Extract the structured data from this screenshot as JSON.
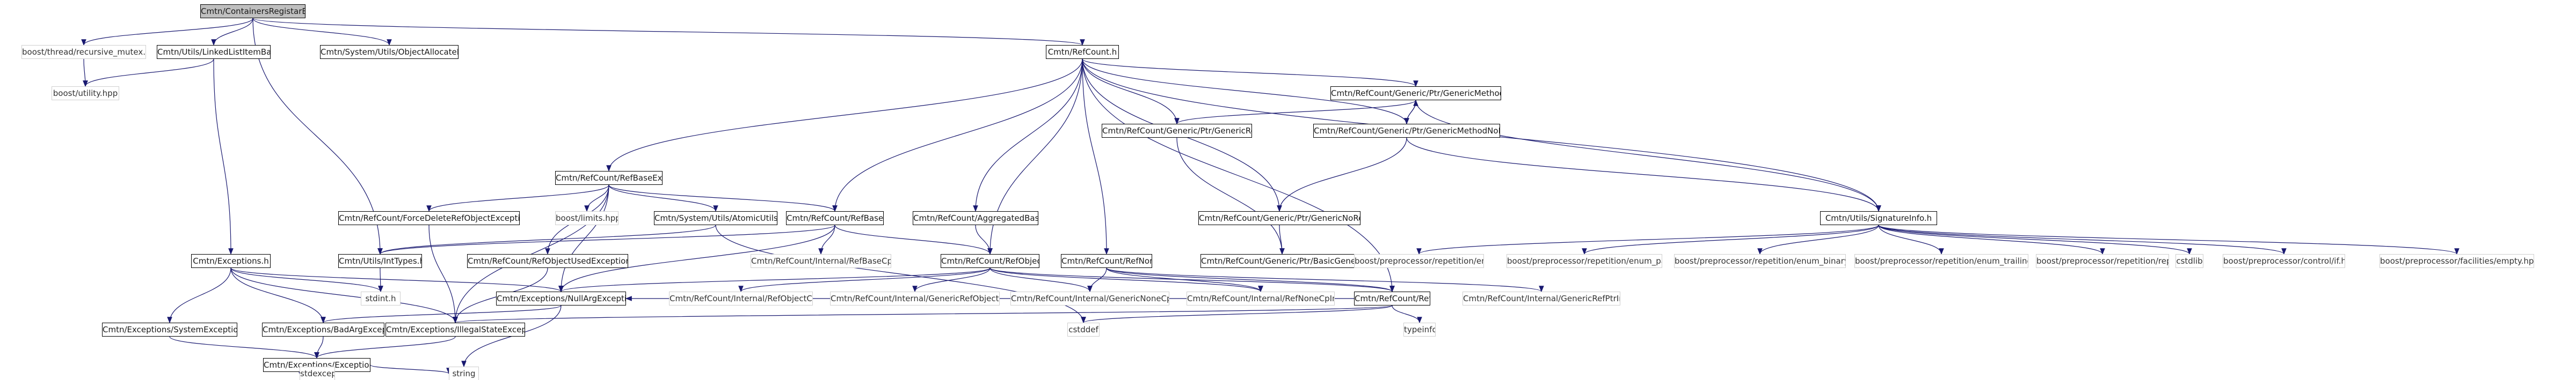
{
  "colors": {
    "edge": "#191970",
    "node_border": "#000000",
    "external_border": "#cfcfcf",
    "root_fill": "#bfbfbf"
  },
  "nodes": {
    "n0": "Cmtn/ContainersRegistarEx.h",
    "n1": "boost/thread/recursive_mutex.hpp",
    "n2": "Cmtn/Utils/LinkedListItemBase.h",
    "n3": "Cmtn/System/Utils/ObjectAllocateBuffer.h",
    "n4": "Cmtn/RefCount.h",
    "n5": "boost/utility.hpp",
    "n6": "Cmtn/RefCount/Generic/Ptr/GenericMethodRefPtr.h",
    "n7": "Cmtn/RefCount/Generic/Ptr/GenericRefPtr.h",
    "n8": "Cmtn/RefCount/Generic/Ptr/GenericMethodNoRefPtr.h",
    "n9": "Cmtn/RefCount/RefBaseEx.h",
    "n10": "Cmtn/RefCount/ForceDeleteRefObjectException.h",
    "n11": "boost/limits.hpp",
    "n12": "Cmtn/System/Utils/AtomicUtils.h",
    "n13": "Cmtn/RefCount/RefBase.h",
    "n14": "Cmtn/RefCount/AggregatedBase.h",
    "n15": "Cmtn/RefCount/Generic/Ptr/GenericNoRefPtr.h",
    "n16": "Cmtn/Utils/SignatureInfo.h",
    "n17": "Cmtn/Exceptions.h",
    "n18": "Cmtn/Utils/IntTypes.h",
    "n19": "Cmtn/RefCount/RefObjectUsedException.h",
    "n20": "Cmtn/RefCount/Internal/RefBaseCpImpl.h",
    "n21": "Cmtn/RefCount/RefObject.h",
    "n22": "Cmtn/RefCount/RefNone.h",
    "n23": "Cmtn/RefCount/Generic/Ptr/BasicGenericRefPtr.h",
    "n24": "boost/preprocessor/repetition/enum.hpp",
    "n25": "boost/preprocessor/repetition/enum_params.hpp",
    "n26": "boost/preprocessor/repetition/enum_binary_params.hpp",
    "n27": "boost/preprocessor/repetition/enum_trailing_params.hpp",
    "n28": "boost/preprocessor/repetition/repeat.hpp",
    "n29": "cstdlib",
    "n30": "boost/preprocessor/control/if.hpp",
    "n31": "boost/preprocessor/facilities/empty.hpp",
    "n32": "stdint.h",
    "n33": "Cmtn/Exceptions/NullArgException.h",
    "n34": "Cmtn/RefCount/Internal/RefObjectCpImpl.h",
    "n35": "Cmtn/RefCount/Internal/GenericRefObjectPtrImpl.h",
    "n36": "Cmtn/RefCount/Internal/GenericNoneCpImpl.h",
    "n37": "Cmtn/RefCount/Internal/RefNoneCpImpl.h",
    "n38": "Cmtn/RefCount/RefPtr.h",
    "n39": "Cmtn/RefCount/Internal/GenericRefPtrImpl.h",
    "n40": "Cmtn/Exceptions/SystemException.h",
    "n41": "Cmtn/Exceptions/BadArgException.h",
    "n42": "Cmtn/Exceptions/IllegalStateException.h",
    "n43": "cstddef",
    "n44": "typeinfo",
    "n45": "Cmtn/Exceptions/Exception.h",
    "n46": "stdexcept",
    "n47": "string"
  }
}
